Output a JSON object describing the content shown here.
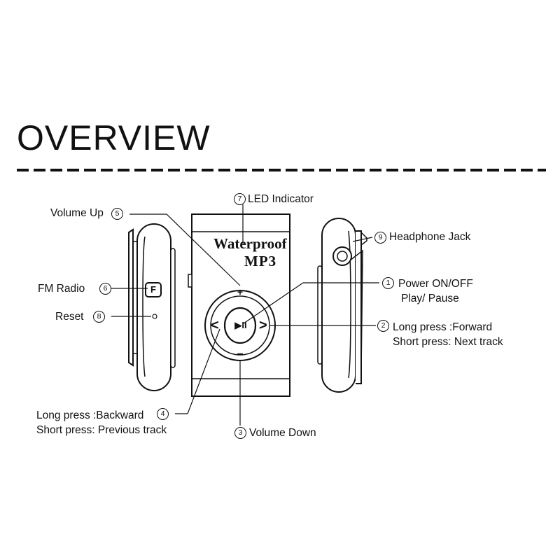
{
  "title": "OVERVIEW",
  "device": {
    "brand_line1": "Waterproof",
    "brand_line2": "MP3",
    "btn_plus": "+",
    "btn_minus": "−",
    "btn_prev": "<",
    "btn_next": ">",
    "btn_play": "▶II",
    "fm_key": "F"
  },
  "callouts": [
    {
      "id": "1",
      "lines": [
        "Power ON/OFF",
        "Play/ Pause"
      ]
    },
    {
      "id": "2",
      "lines": [
        "Long press :Forward",
        "Short press: Next track"
      ]
    },
    {
      "id": "3",
      "lines": [
        "Volume Down"
      ]
    },
    {
      "id": "4",
      "lines": [
        "Long press :Backward",
        "Short press: Previous track"
      ]
    },
    {
      "id": "5",
      "lines": [
        "Volume Up"
      ]
    },
    {
      "id": "6",
      "lines": [
        "FM Radio"
      ]
    },
    {
      "id": "7",
      "lines": [
        "LED Indicator"
      ]
    },
    {
      "id": "8",
      "lines": [
        "Reset"
      ]
    },
    {
      "id": "9",
      "lines": [
        "Headphone Jack"
      ]
    }
  ],
  "numerals": {
    "1": "1",
    "2": "2",
    "3": "3",
    "4": "4",
    "5": "5",
    "6": "6",
    "7": "7",
    "8": "8",
    "9": "9"
  }
}
